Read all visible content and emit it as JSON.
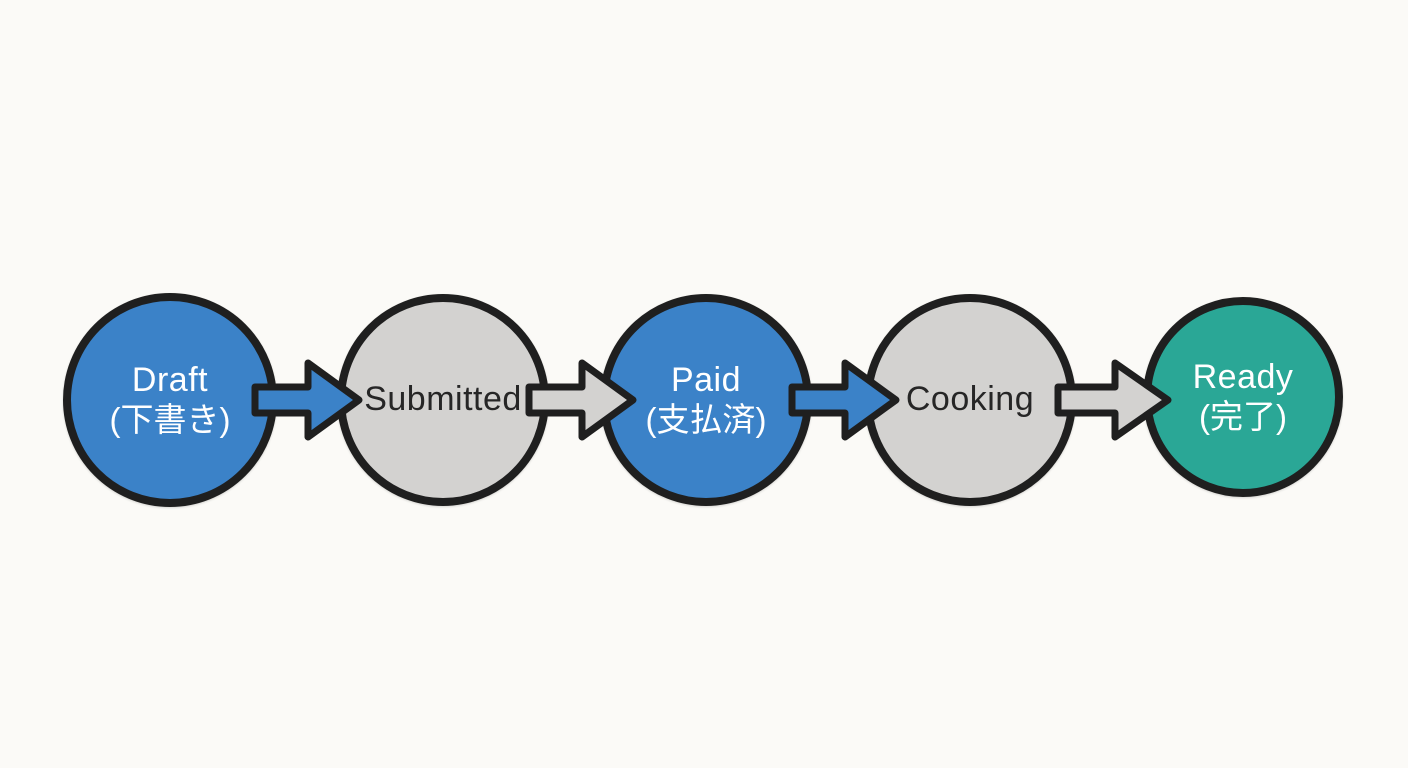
{
  "diagram": {
    "type": "workflow",
    "background_color": "#fbfaf7",
    "outline_color": "#1f1f1f",
    "nodes": [
      {
        "id": "draft",
        "label": "Draft",
        "sublabel": "(下書き)",
        "fill": "#3b82c8",
        "text_color": "#ffffff"
      },
      {
        "id": "submitted",
        "label": "Submitted",
        "sublabel": "",
        "fill": "#d3d2d0",
        "text_color": "#262626"
      },
      {
        "id": "paid",
        "label": "Paid",
        "sublabel": "(支払済)",
        "fill": "#3b82c8",
        "text_color": "#ffffff"
      },
      {
        "id": "cooking",
        "label": "Cooking",
        "sublabel": "",
        "fill": "#d3d2d0",
        "text_color": "#262626"
      },
      {
        "id": "ready",
        "label": "Ready",
        "sublabel": "(完了)",
        "fill": "#2aa796",
        "text_color": "#ffffff"
      }
    ],
    "arrows": [
      {
        "from": "draft",
        "to": "submitted",
        "fill": "#3b82c8"
      },
      {
        "from": "submitted",
        "to": "paid",
        "fill": "#d3d2d0"
      },
      {
        "from": "paid",
        "to": "cooking",
        "fill": "#3b82c8"
      },
      {
        "from": "cooking",
        "to": "ready",
        "fill": "#d3d2d0"
      }
    ]
  }
}
